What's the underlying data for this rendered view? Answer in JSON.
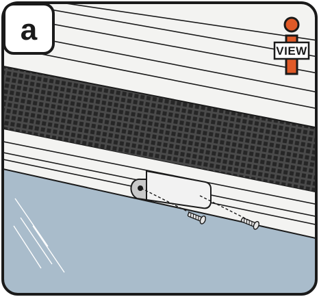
{
  "step": {
    "label": "a"
  },
  "view_badge": {
    "label": "VIEW",
    "icon": "info-i-icon",
    "accent_color": "#e05a28"
  },
  "illustration": {
    "subject": "screen-door-bracket-installation",
    "parts": [
      "frame-rails",
      "insect-screen-mesh",
      "glass-panel",
      "mounting-bracket",
      "screw",
      "screw"
    ],
    "colors": {
      "frame": "#f4f4f2",
      "mesh": "#3c3c3c",
      "glass": "#a9bccb",
      "outline": "#1a1a1a"
    }
  }
}
